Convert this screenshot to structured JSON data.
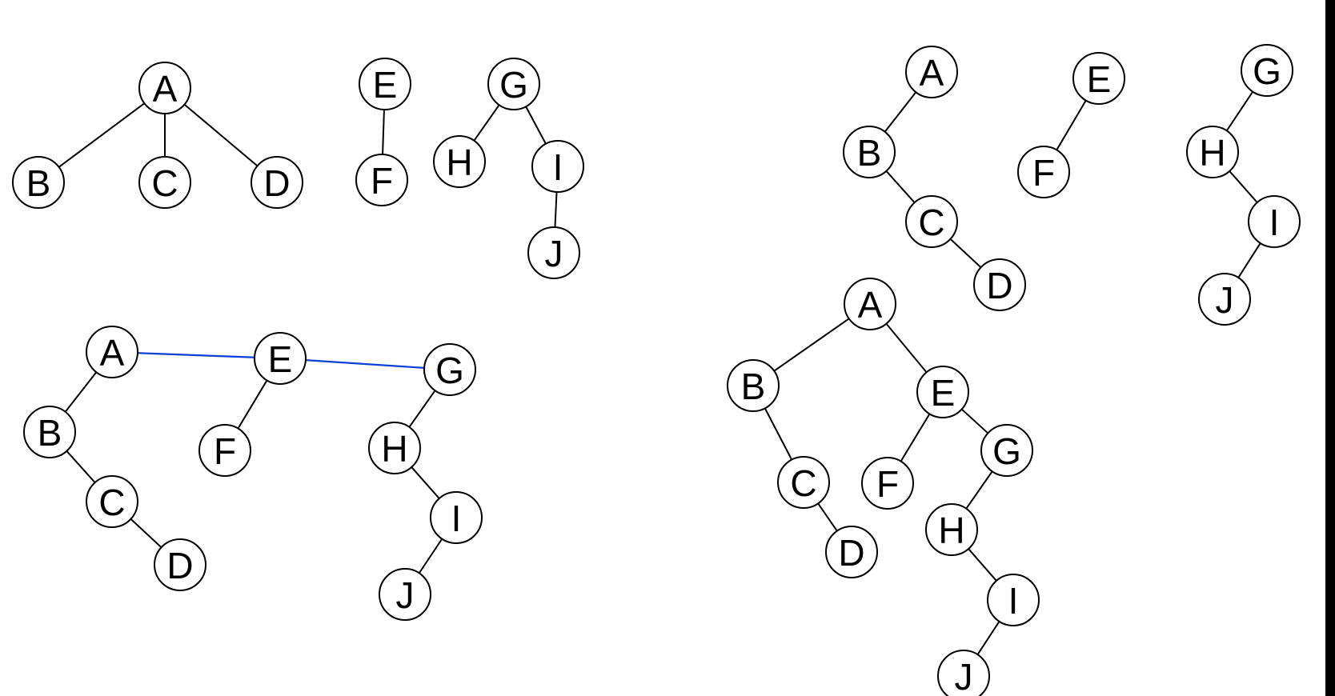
{
  "colors": {
    "edge": "#000000",
    "sibling_link": "#0b3fd6",
    "node_fill": "#ffffff",
    "node_stroke": "#000000"
  },
  "diagrams": [
    {
      "id": "forest-original",
      "nodes": [
        "A",
        "B",
        "C",
        "D",
        "E",
        "F",
        "G",
        "H",
        "I",
        "J"
      ],
      "edges": [
        {
          "from": "A",
          "to": "B"
        },
        {
          "from": "A",
          "to": "C"
        },
        {
          "from": "A",
          "to": "D"
        },
        {
          "from": "E",
          "to": "F"
        },
        {
          "from": "G",
          "to": "H"
        },
        {
          "from": "G",
          "to": "I"
        },
        {
          "from": "I",
          "to": "J"
        }
      ]
    },
    {
      "id": "forest-binary",
      "nodes": [
        "A",
        "B",
        "C",
        "D",
        "E",
        "F",
        "G",
        "H",
        "I",
        "J"
      ],
      "edges": [
        {
          "from": "A",
          "to": "B"
        },
        {
          "from": "B",
          "to": "C"
        },
        {
          "from": "C",
          "to": "D"
        },
        {
          "from": "E",
          "to": "F"
        },
        {
          "from": "G",
          "to": "H"
        },
        {
          "from": "H",
          "to": "I"
        },
        {
          "from": "I",
          "to": "J"
        }
      ]
    },
    {
      "id": "forest-binary-linked",
      "nodes": [
        "A",
        "B",
        "C",
        "D",
        "E",
        "F",
        "G",
        "H",
        "I",
        "J"
      ],
      "edges": [
        {
          "from": "A",
          "to": "B"
        },
        {
          "from": "B",
          "to": "C"
        },
        {
          "from": "C",
          "to": "D"
        },
        {
          "from": "E",
          "to": "F"
        },
        {
          "from": "G",
          "to": "H"
        },
        {
          "from": "H",
          "to": "I"
        },
        {
          "from": "I",
          "to": "J"
        },
        {
          "from": "A",
          "to": "E",
          "style": "link"
        },
        {
          "from": "E",
          "to": "G",
          "style": "link"
        }
      ]
    },
    {
      "id": "binary-tree-result",
      "nodes": [
        "A",
        "B",
        "C",
        "D",
        "E",
        "F",
        "G",
        "H",
        "I",
        "J"
      ],
      "edges": [
        {
          "from": "A",
          "to": "B"
        },
        {
          "from": "A",
          "to": "E"
        },
        {
          "from": "B",
          "to": "C"
        },
        {
          "from": "C",
          "to": "D"
        },
        {
          "from": "E",
          "to": "F"
        },
        {
          "from": "E",
          "to": "G"
        },
        {
          "from": "G",
          "to": "H"
        },
        {
          "from": "H",
          "to": "I"
        },
        {
          "from": "I",
          "to": "J"
        }
      ]
    }
  ]
}
